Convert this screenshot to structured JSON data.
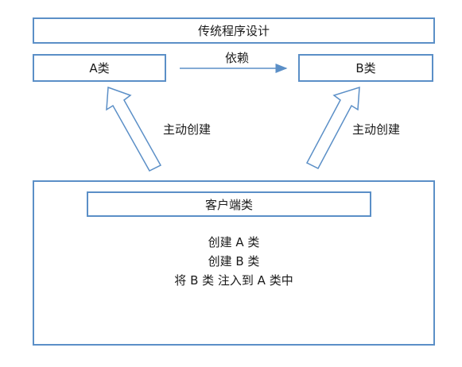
{
  "header": {
    "title": "传统程序设计"
  },
  "class_a": {
    "label": "A类"
  },
  "class_b": {
    "label": "B类"
  },
  "dependency": {
    "label": "依赖"
  },
  "create_left": {
    "label": "主动创建"
  },
  "create_right": {
    "label": "主动创建"
  },
  "client": {
    "title": "客户端类",
    "lines": [
      "创建 A 类",
      "创建 B 类",
      "将 B 类 注入到 A 类中"
    ]
  },
  "colors": {
    "border": "#5b8fc7",
    "arrow_fill": "#ffffff"
  }
}
